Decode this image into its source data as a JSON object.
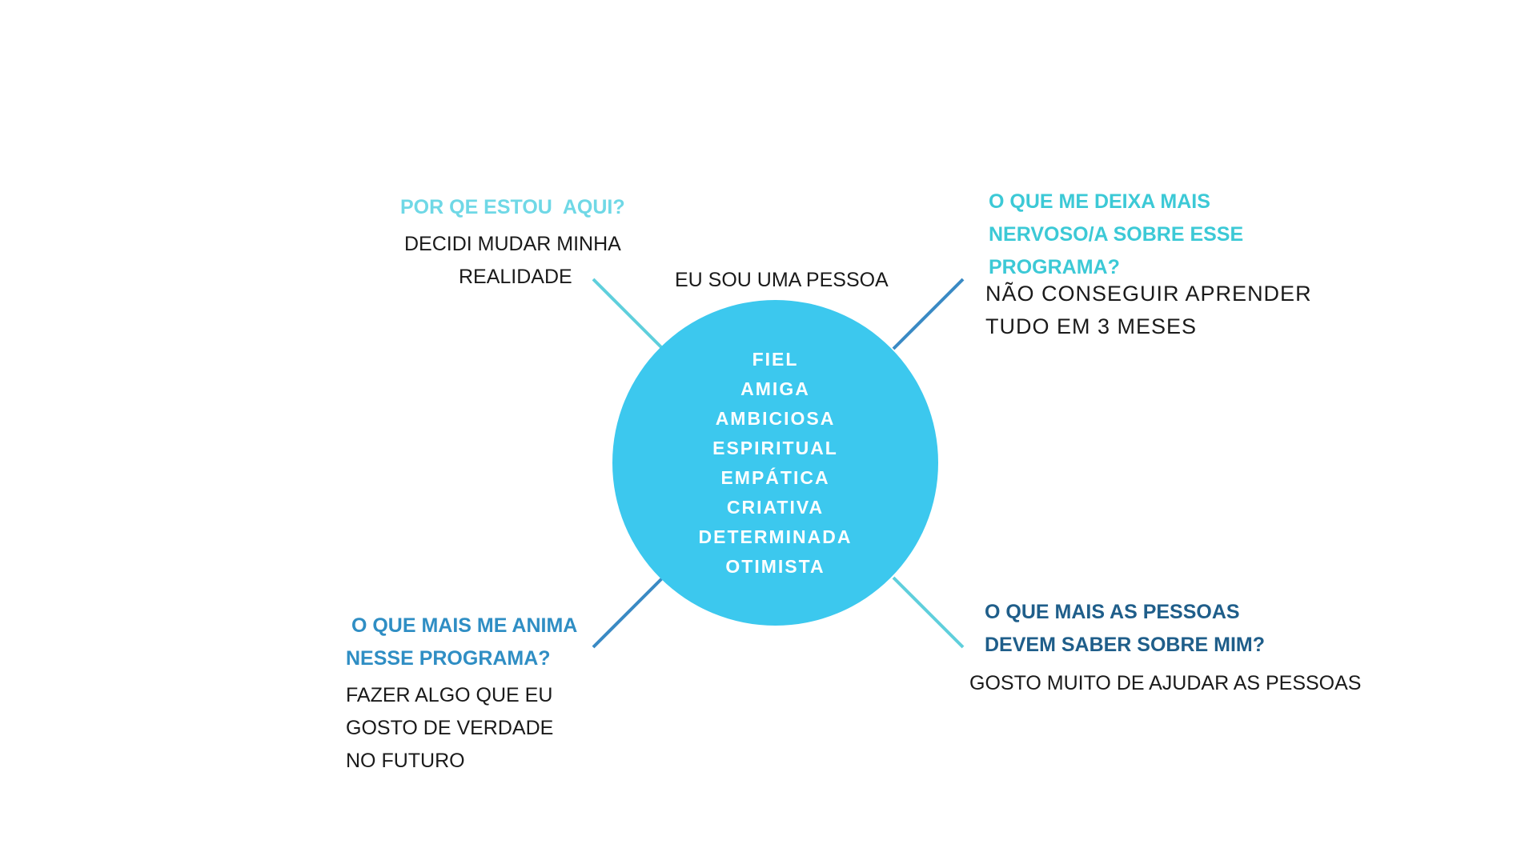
{
  "colors": {
    "circle": "#3cc8ee",
    "circle_text": "#ffffff",
    "question_light": "#6fd8e6",
    "question_teal": "#3cc9d6",
    "question_mid": "#2f8ec4",
    "question_dark": "#1f5e8a",
    "line_light": "#5fcfdc",
    "line_blue": "#3a8ac4",
    "answer_text": "#1a1a1a"
  },
  "center": {
    "heading": "EU SOU UMA PESSOA",
    "traits": [
      "FIEL",
      "AMIGA",
      "AMBICIOSA",
      "ESPIRITUAL",
      "EMPÁTICA",
      "CRIATIVA",
      "DETERMINADA",
      "OTIMISTA"
    ]
  },
  "top_left": {
    "question": "POR QE ESTOU  AQUI?",
    "answer": [
      "DECIDI MUDAR MINHA",
      "REALIDADE"
    ]
  },
  "top_right": {
    "question": [
      "O QUE ME DEIXA MAIS",
      "NERVOSO/A SOBRE ESSE",
      "PROGRAMA?"
    ],
    "answer": [
      "NÃO CONSEGUIR APRENDER",
      "TUDO EM 3 MESES"
    ]
  },
  "bottom_left": {
    "question": [
      " O QUE MAIS ME ANIMA",
      "NESSE PROGRAMA?"
    ],
    "answer": [
      "FAZER ALGO QUE EU",
      "GOSTO DE VERDADE",
      "NO FUTURO"
    ]
  },
  "bottom_right": {
    "question": [
      "O QUE MAIS AS PESSOAS",
      "DEVEM SABER SOBRE MIM?"
    ],
    "answer": "GOSTO MUITO DE AJUDAR AS PESSOAS"
  }
}
